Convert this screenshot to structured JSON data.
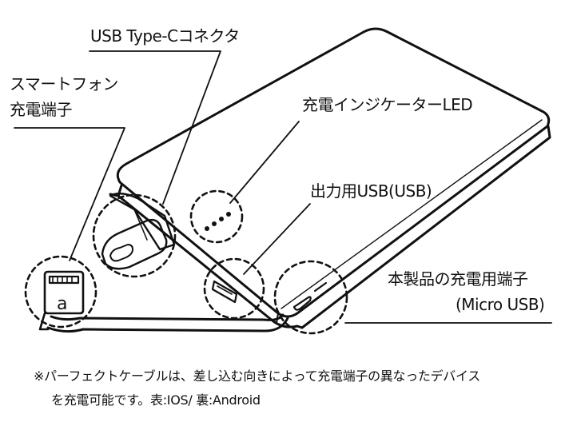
{
  "callouts": {
    "usb_type_c_adapter": "USB Type-Cコネクタ",
    "smartphone_terminal_line1": "スマートフォン",
    "smartphone_terminal_line2": "充電端子",
    "charge_indicator_led": "充電インジケーターLED",
    "output_usb": "出力用USB(USB)",
    "product_charge_terminal_line1": "本製品の充電用端子",
    "product_charge_terminal_line2": "(Micro USB)"
  },
  "cable_tip_letter": "a",
  "footnote": {
    "line1": "※パーフェクトケーブルは、差し込む向きによって充電端子の異なったデバイス",
    "line2": "を充電可能です。表:IOS/ 裏:Android"
  }
}
